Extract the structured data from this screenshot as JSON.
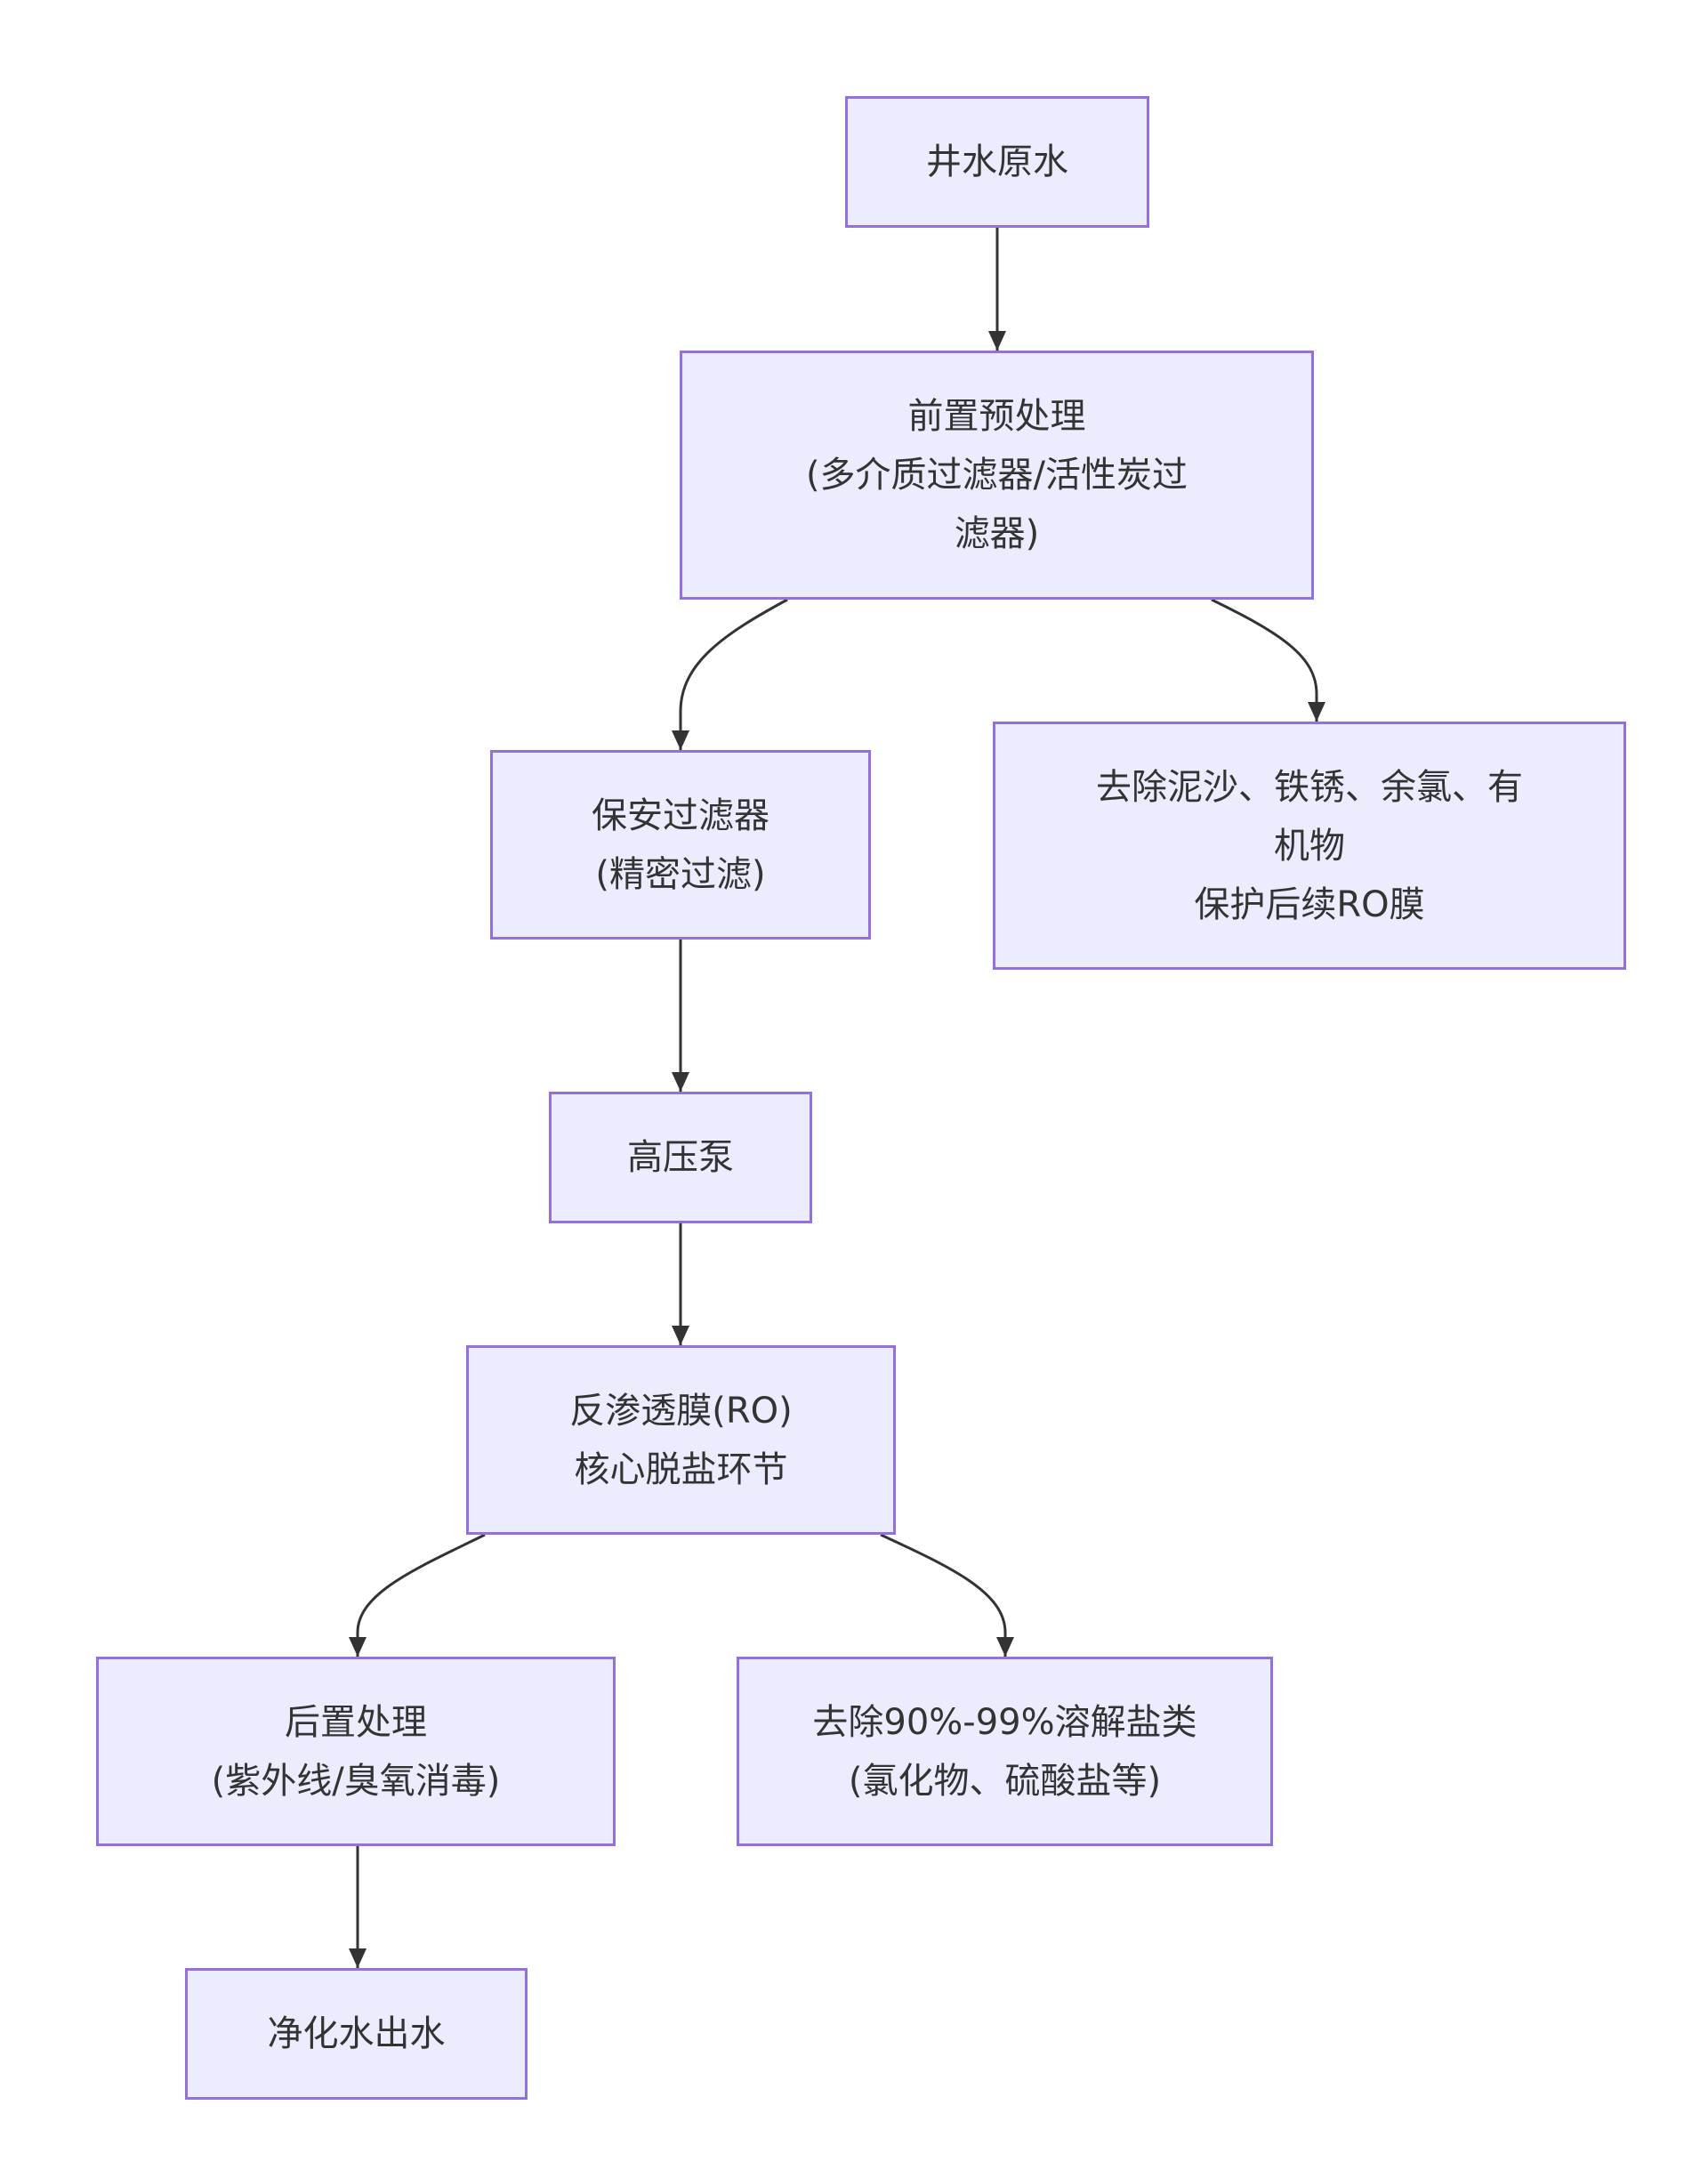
{
  "colors": {
    "node_fill": "#ECECFF",
    "node_border": "#9370DB",
    "text": "#333333",
    "edge": "#333333"
  },
  "nodes": {
    "well_water": {
      "lines": [
        "井水原水"
      ]
    },
    "pretreatment": {
      "lines": [
        "前置预处理",
        "(多介质过滤器/活性炭过",
        "滤器)"
      ]
    },
    "pretreatment_note": {
      "lines": [
        "去除泥沙、铁锈、余氯、有",
        "机物",
        "保护后续RO膜"
      ]
    },
    "security_filter": {
      "lines": [
        "保安过滤器",
        "(精密过滤)"
      ]
    },
    "high_pressure_pump": {
      "lines": [
        "高压泵"
      ]
    },
    "reverse_osmosis": {
      "lines": [
        "反渗透膜(RO)",
        "核心脱盐环节"
      ]
    },
    "ro_note": {
      "lines": [
        "去除90%-99%溶解盐类",
        "(氯化物、硫酸盐等)"
      ]
    },
    "post_treatment": {
      "lines": [
        "后置处理",
        "(紫外线/臭氧消毒)"
      ]
    },
    "purified_output": {
      "lines": [
        "净化水出水"
      ]
    }
  },
  "edges": [
    {
      "from": "well_water",
      "to": "pretreatment"
    },
    {
      "from": "pretreatment",
      "to": "security_filter"
    },
    {
      "from": "pretreatment",
      "to": "pretreatment_note"
    },
    {
      "from": "security_filter",
      "to": "high_pressure_pump"
    },
    {
      "from": "high_pressure_pump",
      "to": "reverse_osmosis"
    },
    {
      "from": "reverse_osmosis",
      "to": "post_treatment"
    },
    {
      "from": "reverse_osmosis",
      "to": "ro_note"
    },
    {
      "from": "post_treatment",
      "to": "purified_output"
    }
  ]
}
